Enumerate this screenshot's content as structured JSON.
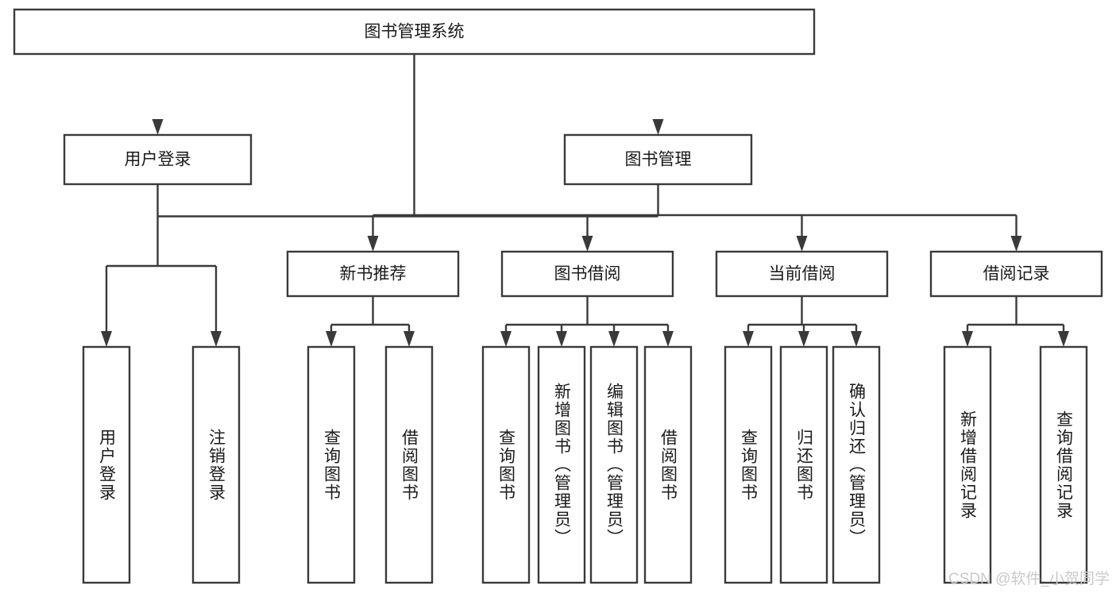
{
  "diagram": {
    "type": "tree-hierarchy-chart",
    "title_node": {
      "id": "root",
      "label": "图书管理系统"
    },
    "level1": [
      {
        "id": "user-login",
        "label": "用户登录"
      },
      {
        "id": "book-management",
        "label": "图书管理"
      }
    ],
    "level2": [
      {
        "id": "new-book-recommend",
        "label": "新书推荐",
        "parent": "book-management"
      },
      {
        "id": "book-borrow",
        "label": "图书借阅",
        "parent": "book-management"
      },
      {
        "id": "current-borrow",
        "label": "当前借阅",
        "parent": "book-management"
      },
      {
        "id": "borrow-record",
        "label": "借阅记录",
        "parent": "book-management"
      }
    ],
    "leaves": {
      "user-login": [
        {
          "id": "leaf-user-login",
          "label": "用户登录"
        },
        {
          "id": "leaf-logout-login",
          "label": "注销登录"
        }
      ],
      "new-book-recommend": [
        {
          "id": "leaf-query-book-1",
          "label": "查询图书"
        },
        {
          "id": "leaf-borrow-book-1",
          "label": "借阅图书"
        }
      ],
      "book-borrow": [
        {
          "id": "leaf-query-book-2",
          "label": "查询图书"
        },
        {
          "id": "leaf-add-book",
          "label": "新增图书（管理员）"
        },
        {
          "id": "leaf-edit-book",
          "label": "编辑图书（管理员）"
        },
        {
          "id": "leaf-borrow-book-2",
          "label": "借阅图书"
        }
      ],
      "current-borrow": [
        {
          "id": "leaf-query-book-3",
          "label": "查询图书"
        },
        {
          "id": "leaf-return-book",
          "label": "归还图书"
        },
        {
          "id": "leaf-confirm-return",
          "label": "确认归还（管理员）"
        }
      ],
      "borrow-record": [
        {
          "id": "leaf-add-record",
          "label": "新增借阅记录"
        },
        {
          "id": "leaf-query-record",
          "label": "查询借阅记录"
        }
      ]
    },
    "colors": {
      "box_stroke": "#3a3a3a",
      "box_fill": "#ffffff",
      "text": "#1a1a1a",
      "background": "#ffffff",
      "watermark": "#c9c9c9"
    }
  },
  "watermark": {
    "text": "CSDN @软件_小贺同学"
  }
}
